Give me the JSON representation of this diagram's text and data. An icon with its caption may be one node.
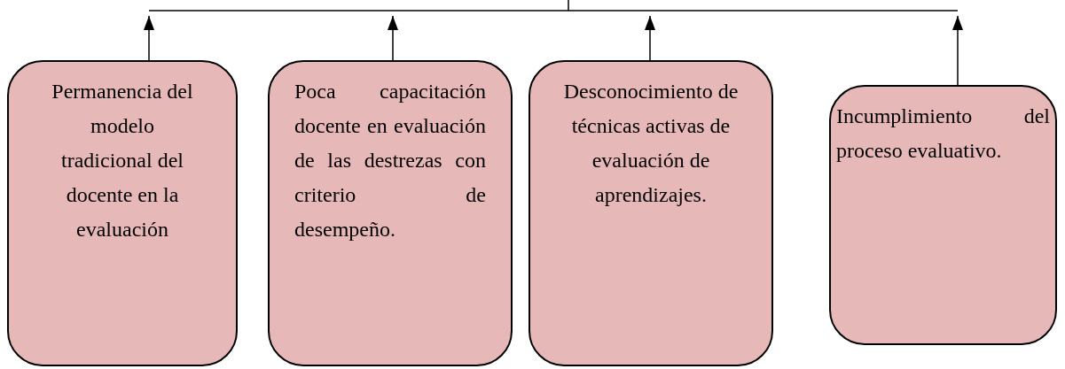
{
  "diagram": {
    "nodes": [
      {
        "text": [
          "Permanencia del modelo tradicional del docente en la evaluación"
        ]
      },
      {
        "text": [
          "Poca capacitación docente en evaluación de las destrezas con criterio de desempeño."
        ]
      },
      {
        "text": [
          "Desconocimiento de técnicas activas de evaluación de aprendizajes."
        ]
      },
      {
        "text": [
          "Incumplimiento del proceso evaluativo."
        ]
      }
    ],
    "edges": [
      {
        "from": 0,
        "to": null,
        "arrow": "to"
      },
      {
        "from": 1,
        "to": null,
        "arrow": "to"
      },
      {
        "from": 2,
        "to": null,
        "arrow": "to"
      },
      {
        "from": 3,
        "to": null,
        "arrow": "to"
      }
    ]
  }
}
